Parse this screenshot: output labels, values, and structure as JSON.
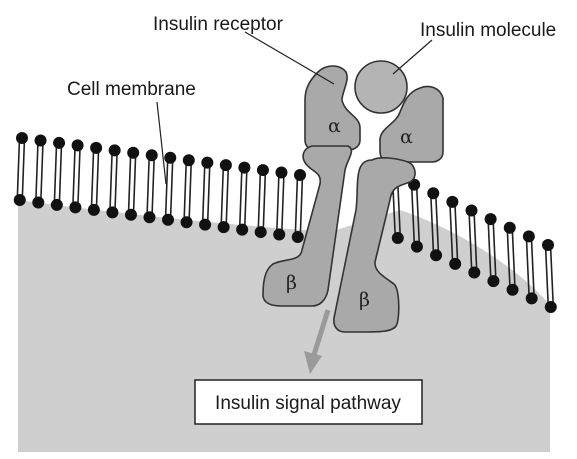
{
  "labels": {
    "insulin_receptor": "Insulin receptor",
    "insulin_molecule": "Insulin molecule",
    "cell_membrane": "Cell membrane",
    "signal_pathway": "Insulin signal pathway"
  },
  "subunits": {
    "alpha_left": "α",
    "alpha_right": "α",
    "beta_left": "β",
    "beta_right": "β"
  },
  "colors": {
    "cell_interior": "#cfcfcf",
    "receptor_fill": "#a9a9a9",
    "lipid_head": "#111111",
    "arrow": "#9a9a9a"
  }
}
